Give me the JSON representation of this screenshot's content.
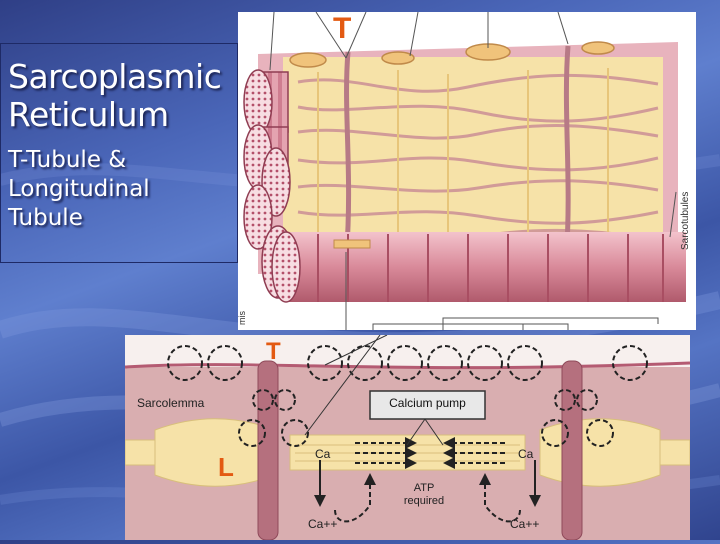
{
  "slide": {
    "title_line1": "Sarcoplasmic",
    "title_line2": "Reticulum",
    "subtitle_line1": "T-Tubule &",
    "subtitle_line2": "Longitudinal",
    "subtitle_line3": "Tubule"
  },
  "top_figure": {
    "marker_t": "T",
    "label_sarcotubules": "Sarcotubules",
    "label_left_fragment": "mis"
  },
  "bottom_figure": {
    "marker_t": "T",
    "marker_l": "L",
    "label_sarcolemma": "Sarcolemma",
    "label_calcium_pump": "Calcium pump",
    "label_ca_left": "Ca",
    "label_ca_right": "Ca",
    "label_atp_line1": "ATP",
    "label_atp_line2": "required",
    "label_ca_ion_left": "Ca++",
    "label_ca_ion_right": "Ca++"
  },
  "colors": {
    "accent_orange": "#e35a12",
    "muscle_pink": "#d98a9a",
    "reticulum_cream": "#f6e2a8"
  }
}
